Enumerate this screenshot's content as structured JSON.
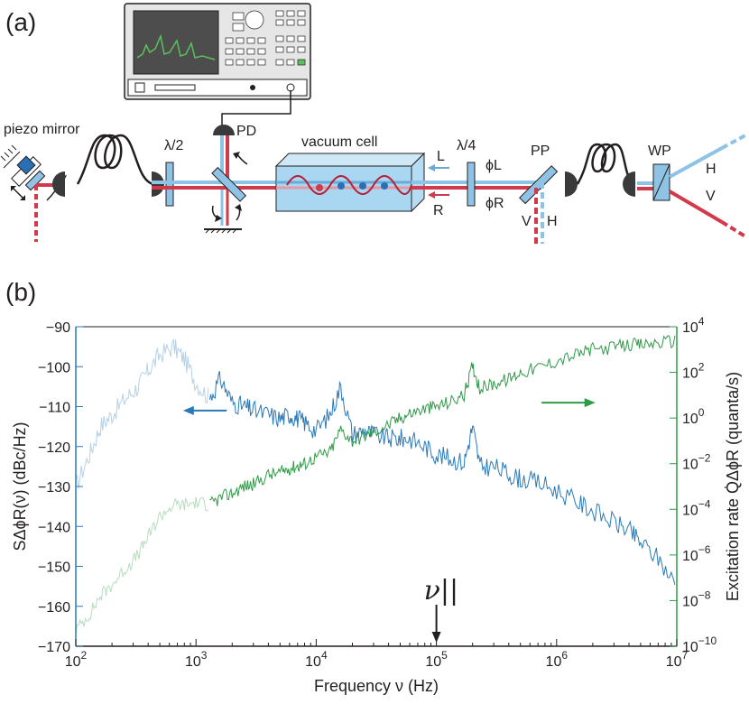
{
  "panel_a": {
    "label": "(a)",
    "piezo_label": "piezo mirror",
    "half_wave_label": "λ/2",
    "pd_label": "PD",
    "vacuum_label": "vacuum cell",
    "quarter_wave_label": "λ/4",
    "pp_label": "PP",
    "wp_label": "WP",
    "beam_L": "L",
    "beam_R": "R",
    "phi_L": "ϕL",
    "phi_R": "ϕR",
    "pol_V1": "V",
    "pol_H1": "H",
    "pol_H2": "H",
    "pol_V2": "V"
  },
  "panel_b": {
    "label": "(b)",
    "nu_label": "ν||",
    "colors": {
      "blue": "#2a7ab8",
      "green": "#2f9a48",
      "red": "#d23a4b",
      "lightblue": "#8ec3e6"
    }
  },
  "chart_data": {
    "type": "line",
    "xlabel": "Frequency ν (Hz)",
    "ylabel_left": "SΔϕR(ν) (dBc/Hz)",
    "ylabel_right": "Excitation rate Q̇ΔϕR (quanta/s)",
    "x_scale": "log",
    "xlim": [
      100,
      10000000
    ],
    "ylim_left": [
      -170,
      -90
    ],
    "ylim_right_log10": [
      -10,
      4
    ],
    "x_ticks": [
      "10^2",
      "10^3",
      "10^4",
      "10^5",
      "10^6",
      "10^7"
    ],
    "y_ticks_left": [
      "-90",
      "-100",
      "-110",
      "-120",
      "-130",
      "-140",
      "-150",
      "-160",
      "-170"
    ],
    "y_ticks_right": [
      "10^4",
      "10^2",
      "10^0",
      "10^-2",
      "10^-4",
      "10^-6",
      "10^-8",
      "10^-10"
    ],
    "series": [
      {
        "axis": "left",
        "color": "#2a7ab8",
        "points": [
          [
            100,
            -130
          ],
          [
            130,
            -122
          ],
          [
            160,
            -115
          ],
          [
            200,
            -112
          ],
          [
            260,
            -108
          ],
          [
            330,
            -105
          ],
          [
            400,
            -101
          ],
          [
            500,
            -97
          ],
          [
            650,
            -95
          ],
          [
            800,
            -98
          ],
          [
            1000,
            -104
          ],
          [
            1300,
            -108
          ],
          [
            1600,
            -103
          ],
          [
            2000,
            -109
          ],
          [
            2500,
            -110
          ],
          [
            3000,
            -111
          ],
          [
            4000,
            -112
          ],
          [
            5000,
            -113
          ],
          [
            6000,
            -112
          ],
          [
            7000,
            -113
          ],
          [
            8000,
            -114
          ],
          [
            10000,
            -116
          ],
          [
            13000,
            -112
          ],
          [
            16000,
            -105
          ],
          [
            20000,
            -117
          ],
          [
            25000,
            -116
          ],
          [
            30000,
            -117
          ],
          [
            40000,
            -118
          ],
          [
            50000,
            -118
          ],
          [
            60000,
            -118
          ],
          [
            80000,
            -120
          ],
          [
            100000,
            -122
          ],
          [
            130000,
            -123
          ],
          [
            170000,
            -124
          ],
          [
            200000,
            -115
          ],
          [
            230000,
            -125
          ],
          [
            300000,
            -125
          ],
          [
            400000,
            -127
          ],
          [
            500000,
            -128
          ],
          [
            700000,
            -129
          ],
          [
            1000000,
            -131
          ],
          [
            1500000,
            -134
          ],
          [
            2000000,
            -136
          ],
          [
            3000000,
            -139
          ],
          [
            4000000,
            -141
          ],
          [
            5000000,
            -144
          ],
          [
            7000000,
            -148
          ],
          [
            10000000,
            -155
          ]
        ]
      },
      {
        "axis": "right",
        "color": "#2f9a48",
        "points_log10": [
          [
            100,
            -9.3
          ],
          [
            130,
            -8.6
          ],
          [
            160,
            -7.8
          ],
          [
            200,
            -7.3
          ],
          [
            260,
            -6.6
          ],
          [
            330,
            -6.0
          ],
          [
            400,
            -5.2
          ],
          [
            500,
            -4.3
          ],
          [
            650,
            -3.8
          ],
          [
            800,
            -3.8
          ],
          [
            1000,
            -3.7
          ],
          [
            1300,
            -3.8
          ],
          [
            1600,
            -3.5
          ],
          [
            2000,
            -3.3
          ],
          [
            2500,
            -3.0
          ],
          [
            3000,
            -2.9
          ],
          [
            4000,
            -2.5
          ],
          [
            5000,
            -2.4
          ],
          [
            6000,
            -2.2
          ],
          [
            7000,
            -2.1
          ],
          [
            8000,
            -2.0
          ],
          [
            10000,
            -1.7
          ],
          [
            13000,
            -1.5
          ],
          [
            16000,
            -0.5
          ],
          [
            20000,
            -1.0
          ],
          [
            25000,
            -0.8
          ],
          [
            30000,
            -0.6
          ],
          [
            40000,
            -0.3
          ],
          [
            50000,
            0.0
          ],
          [
            60000,
            0.2
          ],
          [
            80000,
            0.4
          ],
          [
            100000,
            0.5
          ],
          [
            130000,
            0.7
          ],
          [
            170000,
            1.0
          ],
          [
            200000,
            2.3
          ],
          [
            230000,
            1.3
          ],
          [
            300000,
            1.5
          ],
          [
            400000,
            1.7
          ],
          [
            500000,
            2.0
          ],
          [
            700000,
            2.2
          ],
          [
            1000000,
            2.5
          ],
          [
            1500000,
            2.8
          ],
          [
            2000000,
            3.0
          ],
          [
            3000000,
            3.1
          ],
          [
            4000000,
            3.2
          ],
          [
            5000000,
            3.2
          ],
          [
            7000000,
            3.3
          ],
          [
            10000000,
            3.4
          ]
        ]
      }
    ],
    "annotations": [
      {
        "text": "ν||",
        "x": 100000
      }
    ]
  }
}
